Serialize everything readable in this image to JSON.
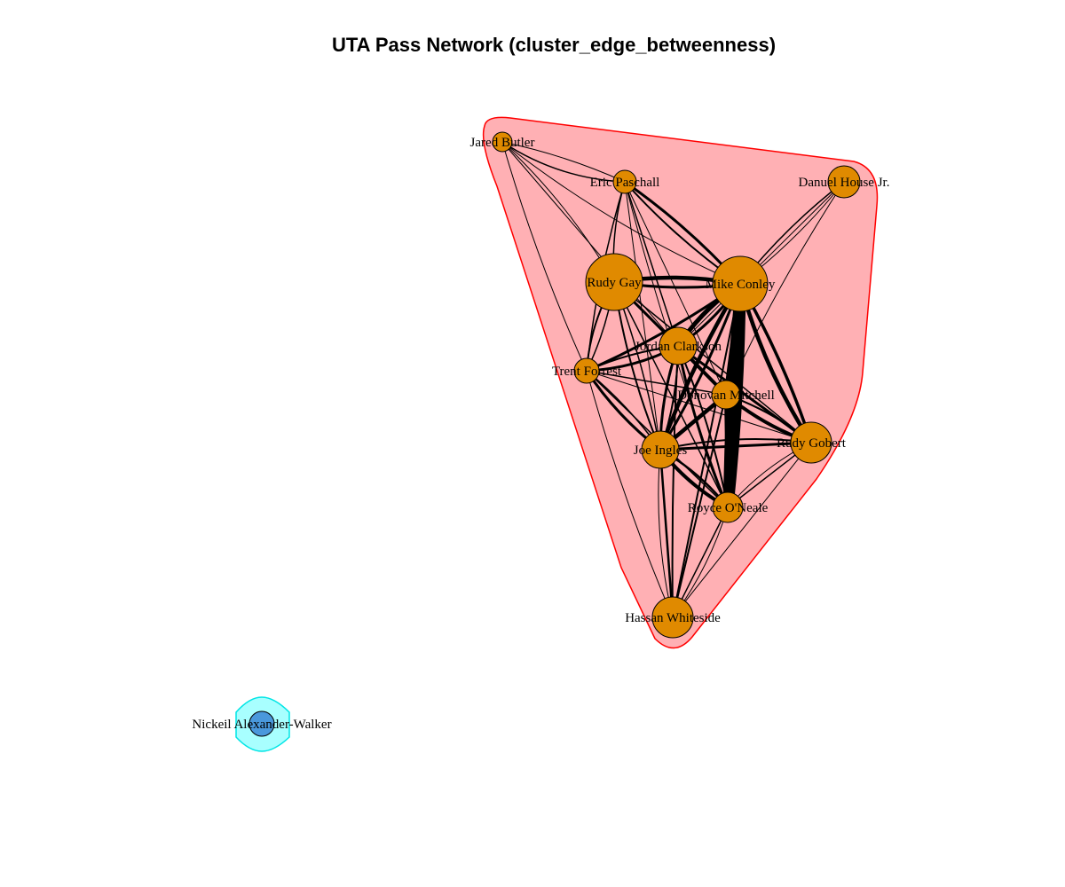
{
  "title": "UTA Pass Network (cluster_edge_betweenness)",
  "colors": {
    "cluster1_fill": "#ffb0b4",
    "cluster1_border": "#ff0000",
    "cluster2_fill": "#a8ffff",
    "cluster2_border": "#00e5e5",
    "node_cluster1": "#e08a00",
    "node_cluster2": "#4a98dc",
    "edge": "#000000"
  },
  "clusters": [
    {
      "id": "cluster-1",
      "fill": "cluster1_fill",
      "border": "cluster1_border"
    },
    {
      "id": "cluster-2",
      "fill": "cluster2_fill",
      "border": "cluster2_border"
    }
  ],
  "nodes": [
    {
      "id": "jared-butler",
      "label": "Jared Butler",
      "cluster": 1
    },
    {
      "id": "eric-paschall",
      "label": "Eric Paschall",
      "cluster": 1
    },
    {
      "id": "danuel-house-jr",
      "label": "Danuel House Jr.",
      "cluster": 1
    },
    {
      "id": "rudy-gay",
      "label": "Rudy Gay",
      "cluster": 1
    },
    {
      "id": "mike-conley",
      "label": "Mike Conley",
      "cluster": 1
    },
    {
      "id": "jordan-clarkson",
      "label": "Jordan Clarkson",
      "cluster": 1
    },
    {
      "id": "trent-forrest",
      "label": "Trent Forrest",
      "cluster": 1
    },
    {
      "id": "donovan-mitchell",
      "label": "Donovan Mitchell",
      "cluster": 1
    },
    {
      "id": "rudy-gobert",
      "label": "Rudy Gobert",
      "cluster": 1
    },
    {
      "id": "joe-ingles",
      "label": "Joe Ingles",
      "cluster": 1
    },
    {
      "id": "royce-oneale",
      "label": "Royce O'Neale",
      "cluster": 1
    },
    {
      "id": "hassan-whiteside",
      "label": "Hassan Whiteside",
      "cluster": 1
    },
    {
      "id": "nickeil-alexander-walker",
      "label": "Nickeil Alexander-Walker",
      "cluster": 2
    }
  ]
}
